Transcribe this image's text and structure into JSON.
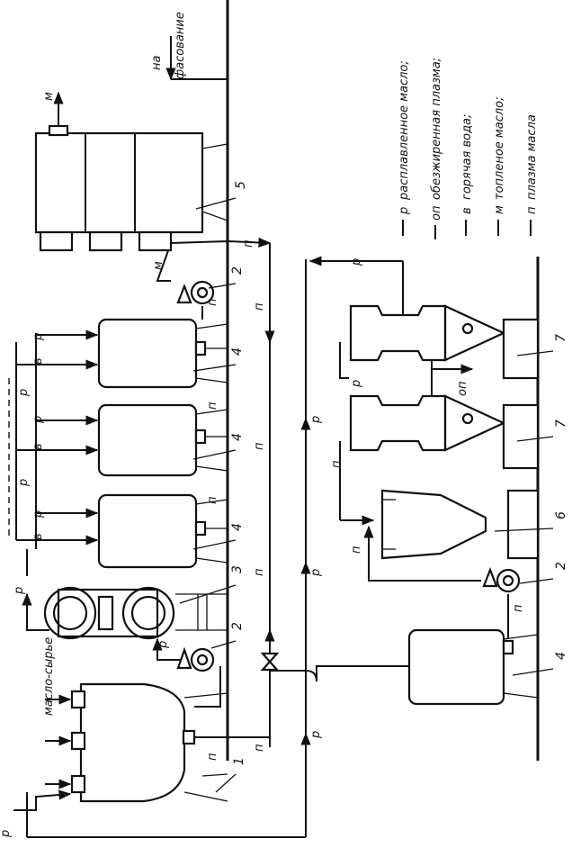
{
  "labels": {
    "raw_oil": "масло-сырье",
    "to_packing": "на",
    "to_packing_2": "фасование",
    "stream_r": "р",
    "stream_p": "п",
    "stream_v": "в",
    "stream_m": "м",
    "stream_op": "оп"
  },
  "equipment_numbers": {
    "n1": "1",
    "n2a": "2",
    "n2b": "2",
    "n2c": "2",
    "n3": "3",
    "n4a": "4",
    "n4b": "4",
    "n4c": "4",
    "n4d": "4",
    "n5": "5",
    "n6": "6",
    "n7a": "7",
    "n7b": "7"
  },
  "legend": [
    {
      "code": "р",
      "text": "расплавленное масло;"
    },
    {
      "code": "оп",
      "text": "обезжиренная плазма;"
    },
    {
      "code": "в",
      "text": "горячая вода;"
    },
    {
      "code": "м",
      "text": "топленое масло;"
    },
    {
      "code": "п",
      "text": "плазма масла"
    }
  ]
}
